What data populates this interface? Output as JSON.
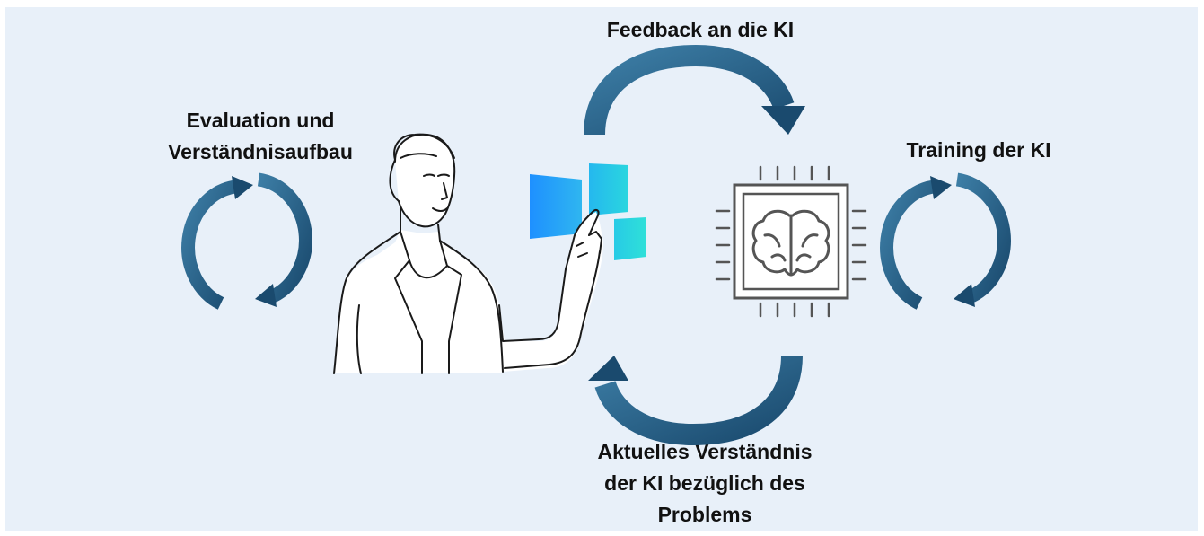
{
  "labels": {
    "feedback": "Feedback an die KI",
    "evaluation": [
      "Evaluation und",
      "Verständnisaufbau"
    ],
    "training": "Training der KI",
    "understanding": [
      "Aktuelles Verständnis",
      "der KI bezüglich des",
      "Problems"
    ]
  },
  "colors": {
    "background": "#e8f0f9",
    "arrow_dark": "#1a4a6e",
    "arrow_light": "#3d7ea6",
    "panel_blue": "#1e90ff",
    "panel_cyan": "#29d4dd",
    "chip_stroke": "#555555",
    "line_art": "#1a1a1a"
  },
  "icons": {
    "chip": "ai-brain-chip-icon",
    "person": "woman-touching-screen-illustration",
    "panels": "floating-screen-panels-icon"
  }
}
